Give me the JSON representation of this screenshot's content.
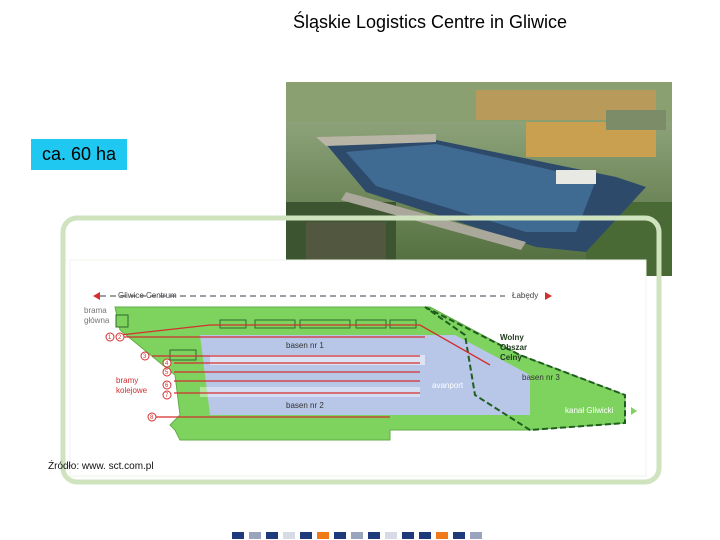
{
  "title": "Śląskie Logistics Centre in Gliwice",
  "area_badge": "ca. 60 ha",
  "source": "Źródło: www. sct.com.pl",
  "plan": {
    "direction_left": "Gliwice Centrum",
    "direction_right": "Łabędy",
    "main_gate": [
      "brama",
      "główna"
    ],
    "rail_gates": [
      "bramy",
      "kolejowe"
    ],
    "basin1": "basen nr 1",
    "basin2": "basen nr 2",
    "basin3": "basen nr 3",
    "avanport": "avanport",
    "free_zone": [
      "Wolny",
      "Obszar",
      "Celny"
    ],
    "canal": "kanał Gliwicki",
    "gate_numbers": [
      "1",
      "2",
      "3",
      "4",
      "5",
      "6",
      "7",
      "8"
    ]
  },
  "colors": {
    "badge": "#1ec8f0",
    "land": "#7ed35f",
    "water": "#b8c6e8",
    "rail": "#d32f2f",
    "border": "#c6e0b4"
  },
  "footer_colors": [
    "#1f3a7a",
    "#9aa5bd",
    "#1f3a7a",
    "#d7dbe5",
    "#1f3a7a",
    "#f07a1a",
    "#1f3a7a",
    "#9aa5bd",
    "#1f3a7a",
    "#d7dbe5",
    "#1f3a7a",
    "#1f3a7a",
    "#f07a1a",
    "#1f3a7a",
    "#9aa5bd"
  ]
}
